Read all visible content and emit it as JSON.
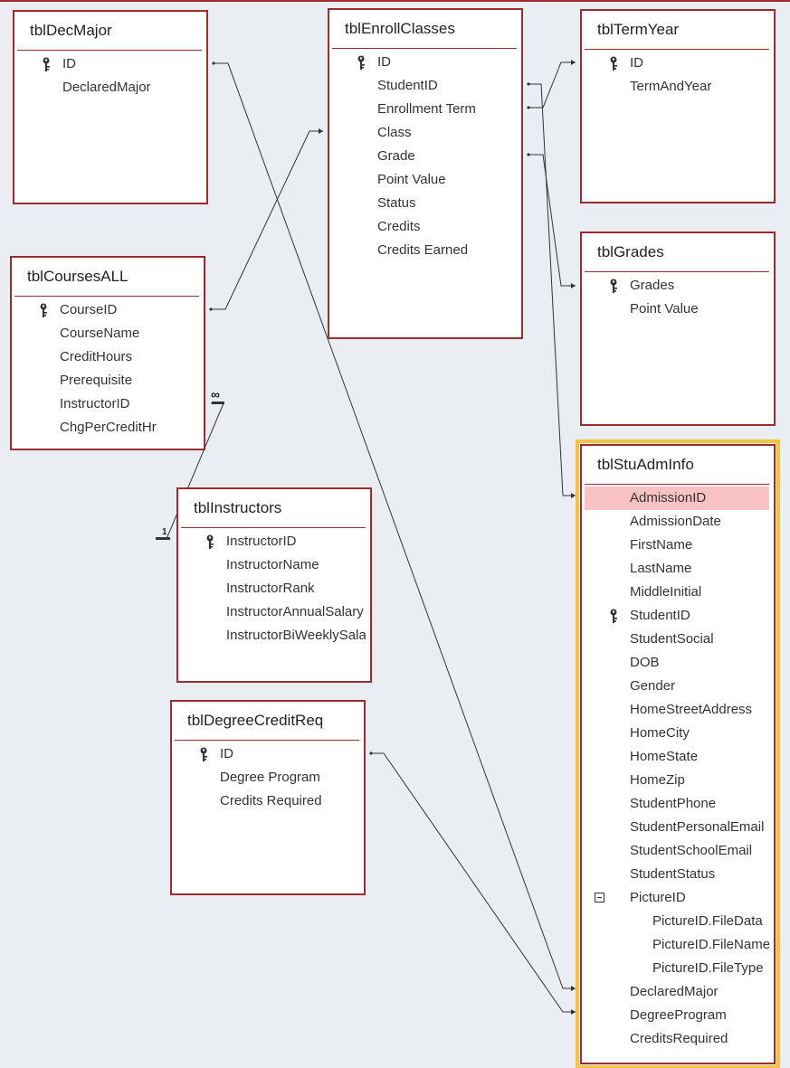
{
  "tables": {
    "dec_major": {
      "title": "tblDecMajor",
      "fields": [
        "ID",
        "DeclaredMajor"
      ]
    },
    "enroll": {
      "title": "tblEnrollClasses",
      "fields": [
        "ID",
        "StudentID",
        "Enrollment Term",
        "Class",
        "Grade",
        "Point Value",
        "Status",
        "Credits",
        "Credits Earned"
      ]
    },
    "term_year": {
      "title": "tblTermYear",
      "fields": [
        "ID",
        "TermAndYear"
      ]
    },
    "courses": {
      "title": "tblCoursesALL",
      "fields": [
        "CourseID",
        "CourseName",
        "CreditHours",
        "Prerequisite",
        "InstructorID",
        "ChgPerCreditHr"
      ]
    },
    "grades": {
      "title": "tblGrades",
      "fields": [
        "Grades",
        "Point Value"
      ]
    },
    "instructors": {
      "title": "tblInstructors",
      "fields": [
        "InstructorID",
        "InstructorName",
        "InstructorRank",
        "InstructorAnnualSalary",
        "InstructorBiWeeklySala"
      ]
    },
    "degree_credit": {
      "title": "tblDegreeCreditReq",
      "fields": [
        "ID",
        "Degree Program",
        "Credits Required"
      ]
    },
    "stu_adm": {
      "title": "tblStuAdmInfo",
      "fields": [
        "AdmissionID",
        "AdmissionDate",
        "FirstName",
        "LastName",
        "MiddleInitial",
        "StudentID",
        "StudentSocial",
        "DOB",
        "Gender",
        "HomeStreetAddress",
        "HomeCity",
        "HomeState",
        "HomeZip",
        "StudentPhone",
        "StudentPersonalEmail",
        "StudentSchoolEmail",
        "StudentStatus",
        "PictureID",
        "PictureID.FileData",
        "PictureID.FileName",
        "PictureID.FileType",
        "DeclaredMajor",
        "DegreeProgram",
        "CreditsRequired"
      ]
    }
  },
  "relationship_labels": {
    "one": "1",
    "many": "∞"
  },
  "colors": {
    "border": "#9b2c30",
    "selected_outline": "#f2c43c",
    "highlight": "#f9c2c4",
    "background": "#eaedf2"
  }
}
